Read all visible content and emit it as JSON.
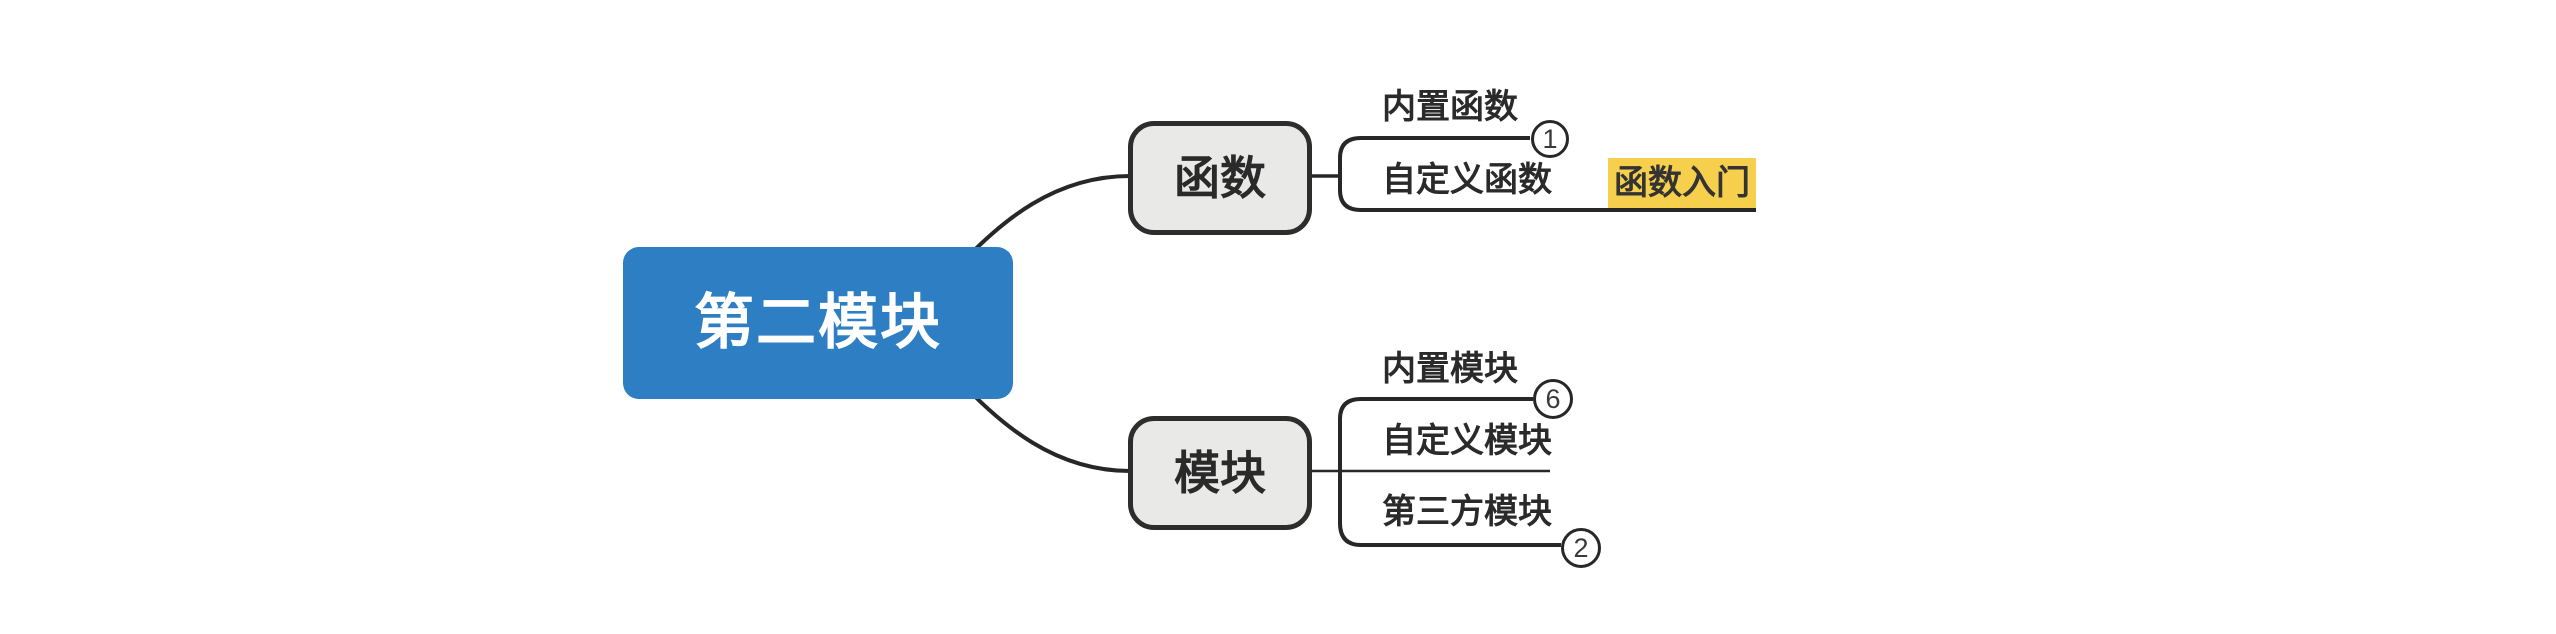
{
  "root": {
    "label": "第二模块"
  },
  "branches": [
    {
      "label": "函数",
      "children": [
        {
          "label": "内置函数",
          "badge": "1"
        },
        {
          "label": "自定义函数",
          "children": [
            {
              "label": "函数入门"
            }
          ]
        }
      ]
    },
    {
      "label": "模块",
      "children": [
        {
          "label": "内置模块",
          "badge": "6"
        },
        {
          "label": "自定义模块"
        },
        {
          "label": "第三方模块",
          "badge": "2"
        }
      ]
    }
  ],
  "colors": {
    "root_fill": "#2E7EC4",
    "root_text": "#FFFFFF",
    "topic_fill": "#E9E9E8",
    "topic_border": "#2D2D2D",
    "highlight_fill": "#F6CF4C",
    "line": "#272727",
    "label_text": "#2A2A2A"
  }
}
